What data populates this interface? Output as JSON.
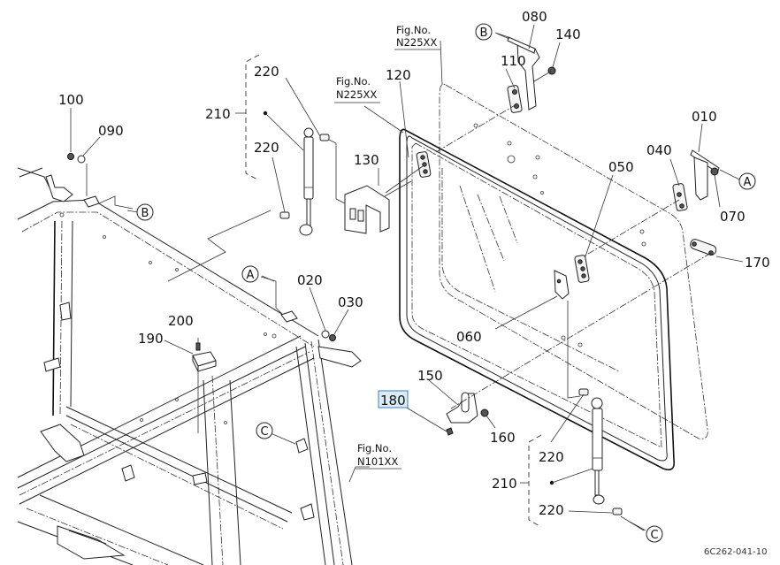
{
  "diagram": {
    "drawing_number": "6C262-041-10",
    "highlight_color": "#3b7fc4",
    "highlighted_part": "180",
    "parts": [
      {
        "id": "p010",
        "number": "010"
      },
      {
        "id": "p020",
        "number": "020"
      },
      {
        "id": "p030",
        "number": "030"
      },
      {
        "id": "p040",
        "number": "040"
      },
      {
        "id": "p050",
        "number": "050"
      },
      {
        "id": "p060",
        "number": "060"
      },
      {
        "id": "p070",
        "number": "070"
      },
      {
        "id": "p080",
        "number": "080"
      },
      {
        "id": "p090",
        "number": "090"
      },
      {
        "id": "p100",
        "number": "100"
      },
      {
        "id": "p110",
        "number": "110"
      },
      {
        "id": "p120",
        "number": "120"
      },
      {
        "id": "p130",
        "number": "130"
      },
      {
        "id": "p140",
        "number": "140"
      },
      {
        "id": "p150",
        "number": "150"
      },
      {
        "id": "p160",
        "number": "160"
      },
      {
        "id": "p170",
        "number": "170"
      },
      {
        "id": "p180",
        "number": "180"
      },
      {
        "id": "p190",
        "number": "190"
      },
      {
        "id": "p200",
        "number": "200"
      },
      {
        "id": "p210a",
        "number": "210"
      },
      {
        "id": "p210b",
        "number": "210"
      },
      {
        "id": "p220a",
        "number": "220"
      },
      {
        "id": "p220b",
        "number": "220"
      },
      {
        "id": "p220c",
        "number": "220"
      },
      {
        "id": "p220d",
        "number": "220"
      }
    ],
    "figure_refs": [
      {
        "line1": "Fig.No.",
        "line2": "N225XX"
      },
      {
        "line1": "Fig.No.",
        "line2": "N225XX"
      },
      {
        "line1": "Fig.No.",
        "line2": "N101XX"
      }
    ],
    "connection_markers": {
      "a": "A",
      "b": "B",
      "c": "C"
    }
  }
}
